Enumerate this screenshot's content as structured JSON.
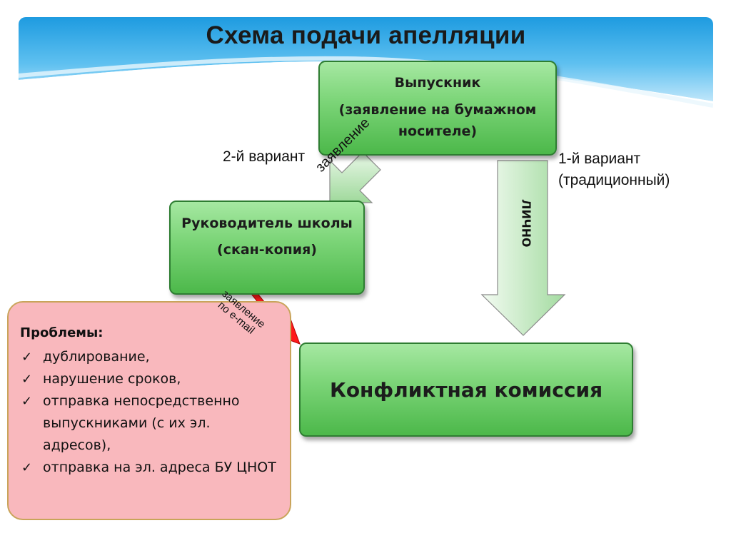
{
  "title": "Схема подачи апелляции",
  "nodes": {
    "graduate": {
      "line1": "Выпускник",
      "line2": "(заявление на бумажном носителе)"
    },
    "director": {
      "line1": "Руководитель школы",
      "line2": "(скан-копия)"
    },
    "commission": {
      "label": "Конфликтная комиссия"
    }
  },
  "variants": {
    "second": "2-й вариант",
    "first_line1": "1-й вариант",
    "first_line2": "(традиционный)"
  },
  "arrows": {
    "graduate_to_director": "заявление",
    "graduate_to_commission": "лично",
    "director_to_commission_line1": "заявление",
    "director_to_commission_line2": "по e-mail"
  },
  "problems": {
    "title": "Проблемы:",
    "items": [
      "дублирование,",
      "нарушение сроков,",
      "отправка непосредственно выпускниками (с их эл. адресов),",
      "отправка на эл. адреса БУ ЦНОТ"
    ]
  },
  "colors": {
    "header_blue": "#1e9be0",
    "box_green": "#6fcf6b",
    "problems_pink": "#f9b8bd",
    "email_arrow_red": "#ff1a1a"
  }
}
